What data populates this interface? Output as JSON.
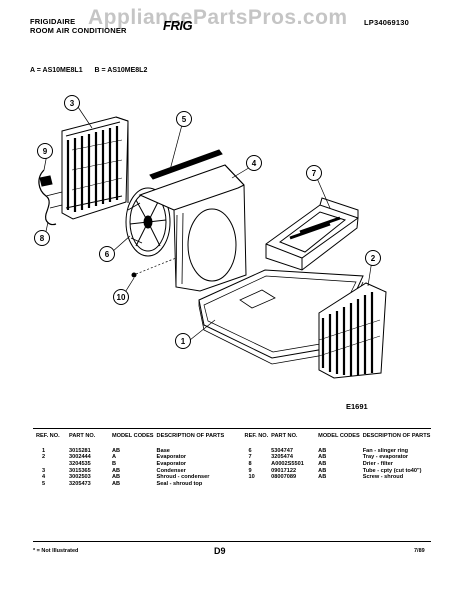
{
  "header": {
    "brand": "FRIGIDAIRE",
    "subtitle": "ROOM AIR CONDITIONER",
    "logo": "FRIG",
    "watermark": "AppliancePartsPros.com",
    "doc_number": "LP34069130"
  },
  "models": {
    "a": "A = AS10ME8L1",
    "b": "B = AS10ME8L2"
  },
  "callouts": [
    "1",
    "2",
    "3",
    "4",
    "5",
    "6",
    "7",
    "8",
    "9",
    "10"
  ],
  "figure_number": "E1691",
  "table": {
    "headers": {
      "ref": "REF. NO.",
      "part": "PART NO.",
      "model": "MODEL CODES",
      "desc": "DESCRIPTION OF PARTS"
    },
    "left_rows": [
      {
        "ref": "1",
        "part": "3015281",
        "model": "AB",
        "desc": "Base"
      },
      {
        "ref": "2",
        "part": "3002444",
        "model": "A",
        "desc": "Evaporator"
      },
      {
        "ref": "",
        "part": "3204535",
        "model": "B",
        "desc": "Evaporator"
      },
      {
        "ref": "3",
        "part": "3015365",
        "model": "AB",
        "desc": "Condenser"
      },
      {
        "ref": "4",
        "part": "3002503",
        "model": "AB",
        "desc": "Shroud - condenser"
      },
      {
        "ref": "5",
        "part": "3205473",
        "model": "AB",
        "desc": "Seal - shroud top"
      }
    ],
    "right_rows": [
      {
        "ref": "6",
        "part": "5304747",
        "model": "AB",
        "desc": "Fan - slinger ring"
      },
      {
        "ref": "7",
        "part": "3205474",
        "model": "AB",
        "desc": "Tray - evaporator"
      },
      {
        "ref": "8",
        "part": "A0002S5501",
        "model": "AB",
        "desc": "Drier - filter"
      },
      {
        "ref": "9",
        "part": "09017122",
        "model": "AB",
        "desc": "Tube - cpty (cut to40\")"
      },
      {
        "ref": "10",
        "part": "08007089",
        "model": "AB",
        "desc": "Screw - shroud"
      }
    ]
  },
  "footer": {
    "note": "* = Not Illustrated",
    "page": "D9",
    "date": "7/89"
  }
}
